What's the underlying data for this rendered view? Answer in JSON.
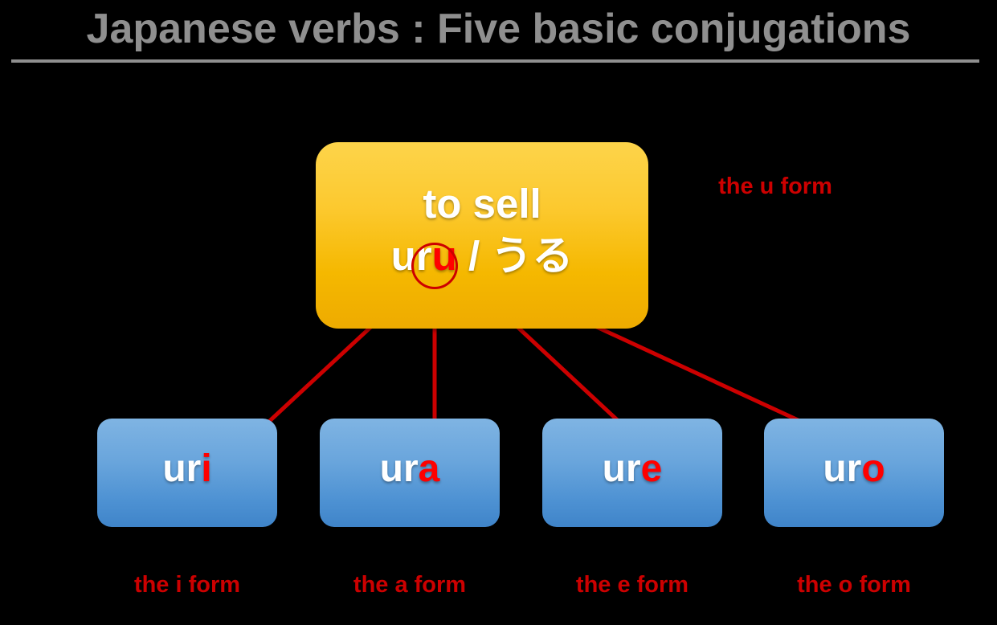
{
  "title": "Japanese verbs : Five basic conjugations",
  "colors": {
    "background": "#000000",
    "title": "#8f8f8f",
    "accent_red": "#cc0000",
    "highlight_red": "#ff0000",
    "u_box_fill": "#f5b800",
    "blue_box_fill": "#4e92d3",
    "white_text": "#ffffff"
  },
  "u_form": {
    "line1": "to sell",
    "stem": "ur",
    "ending": "u",
    "separator": " / ",
    "japanese": "うる",
    "caption": "the u form"
  },
  "forms": [
    {
      "key": "i",
      "stem": "ur",
      "ending": "i",
      "caption": "the i form"
    },
    {
      "key": "a",
      "stem": "ur",
      "ending": "a",
      "caption": "the a form"
    },
    {
      "key": "e",
      "stem": "ur",
      "ending": "e",
      "caption": "the e form"
    },
    {
      "key": "o",
      "stem": "ur",
      "ending": "o",
      "caption": "the o form"
    }
  ],
  "icons": {
    "circle_highlight": "circle-highlight-icon",
    "arrow": "arrow-icon"
  }
}
